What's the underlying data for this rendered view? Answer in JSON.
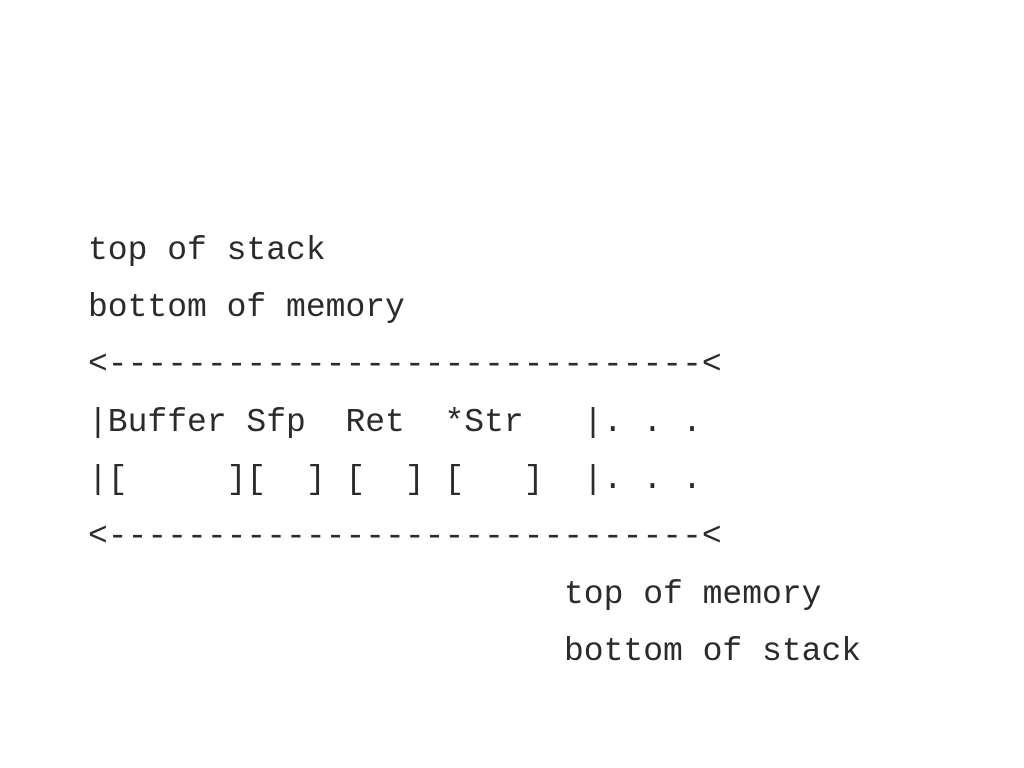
{
  "diagram": {
    "top_label": {
      "line1": "top of stack",
      "line2": "bottom of memory"
    },
    "stack_layout": {
      "divider_top": "<------------------------------<",
      "fields_row": "|Buffer Sfp  Ret  *Str   |. . .",
      "brackets_row": "|[     ][  ] [  ] [   ]  |. . .",
      "divider_bottom": "<------------------------------<"
    },
    "bottom_label": {
      "line1": "top of memory",
      "line2": "bottom of stack"
    }
  }
}
